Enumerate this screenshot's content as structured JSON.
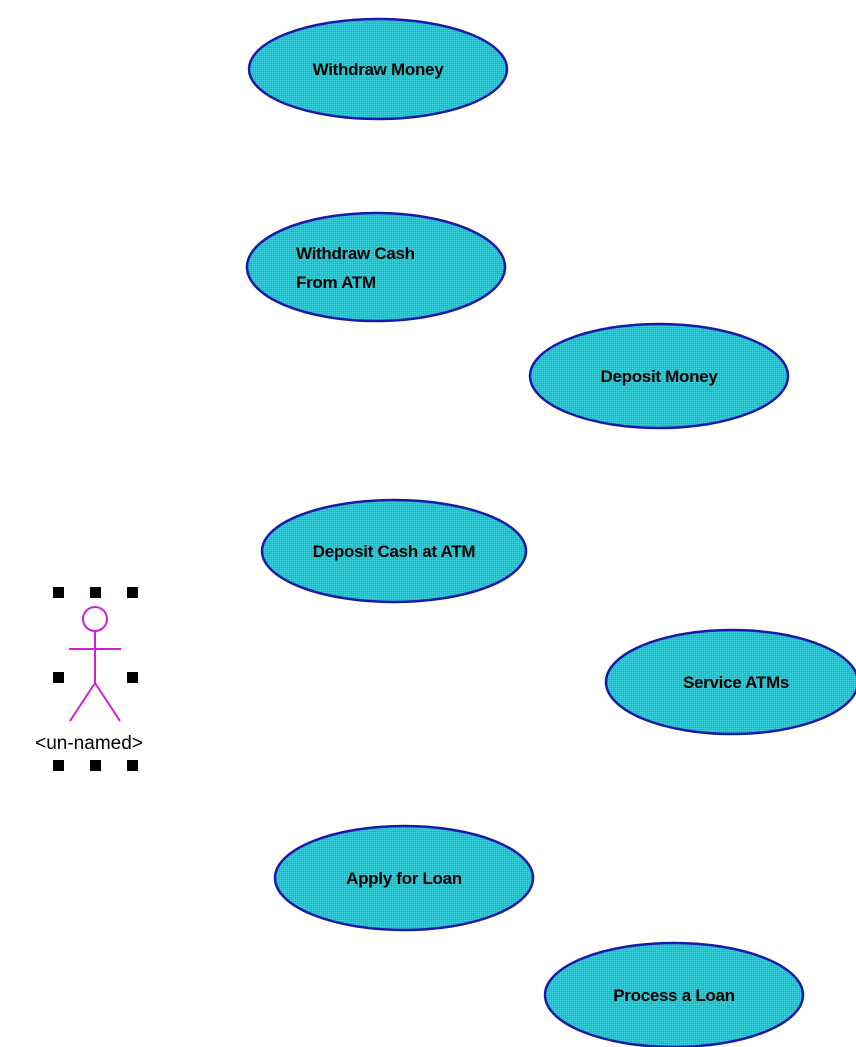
{
  "colors": {
    "background": "#ffffff",
    "use_case_fill": "#1cc6d3",
    "use_case_stroke": "#1a1aa8",
    "actor_stroke": "#d020d0",
    "selection_handle": "#000000"
  },
  "actor": {
    "label": "<un-named>",
    "icon": "stick-figure-icon",
    "selected": true
  },
  "use_cases": [
    {
      "id": "withdraw-money",
      "lines": [
        "Withdraw Money"
      ]
    },
    {
      "id": "withdraw-cash-from-atm",
      "lines": [
        "Withdraw Cash",
        "From ATM"
      ]
    },
    {
      "id": "deposit-money",
      "lines": [
        "Deposit Money"
      ]
    },
    {
      "id": "deposit-cash-at-atm",
      "lines": [
        "Deposit Cash at ATM"
      ]
    },
    {
      "id": "service-atms",
      "lines": [
        "Service ATMs"
      ]
    },
    {
      "id": "apply-for-loan",
      "lines": [
        "Apply for Loan"
      ]
    },
    {
      "id": "process-a-loan",
      "lines": [
        "Process a Loan"
      ]
    }
  ]
}
